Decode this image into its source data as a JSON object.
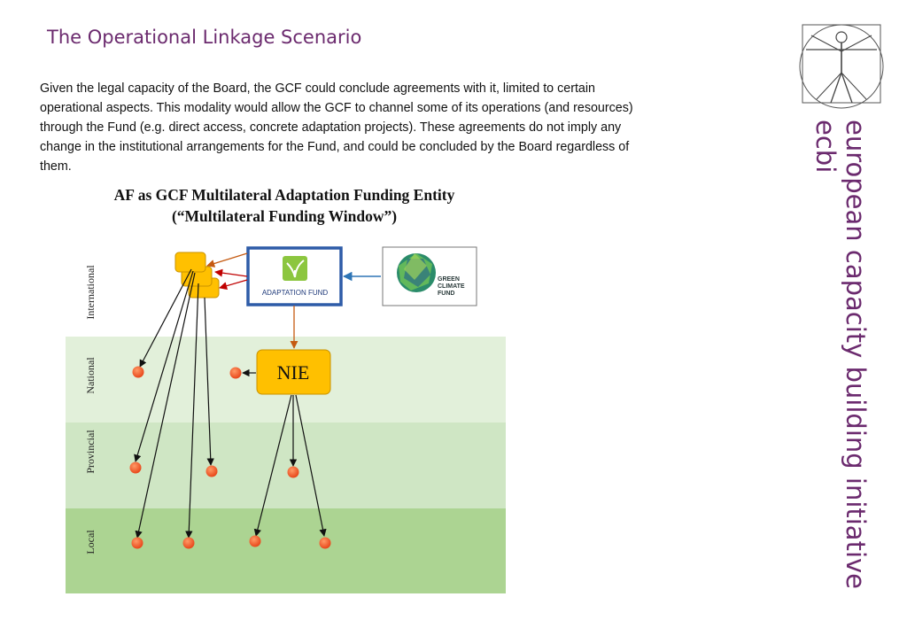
{
  "slide": {
    "title": "The Operational Linkage Scenario",
    "intro": "Given the legal capacity of the Board, the GCF could conclude agreements with it, limited to certain operational aspects. This modality would allow the GCF to channel some of its operations (and resources) through the Fund (e.g. direct access, concrete adaptation projects). These agreements do not imply any change in the institutional arrangements for the Fund, and could be concluded by the Board regardless of them."
  },
  "brand": {
    "name": "european capacity building initiative",
    "abbr": "ecbi",
    "logo_icon": "vitruvian-man-icon"
  },
  "diagram": {
    "title_line1": "AF as GCF Multilateral Adaptation Funding Entity",
    "title_line2": "(“Multilateral Funding Window”)",
    "levels": [
      "International",
      "National",
      "Provincial",
      "Local"
    ],
    "level_colors": [
      "#ffffff",
      "#e2f0da",
      "#cfe6c4",
      "#acd492"
    ],
    "adaptation_fund_label": "ADAPTATION FUND",
    "gcf_label": [
      "GREEN",
      "CLIMATE",
      "FUND"
    ],
    "nie_label": "NIE",
    "colors": {
      "node_fill": "#ffc000",
      "node_stroke": "#c89200",
      "dot": "#f05a28",
      "af_border": "#2e5ca8",
      "arrow_orange": "#c55a11",
      "arrow_red": "#c00000",
      "arrow_blue": "#2e75b6",
      "title_purple": "#6b2a6e"
    }
  }
}
